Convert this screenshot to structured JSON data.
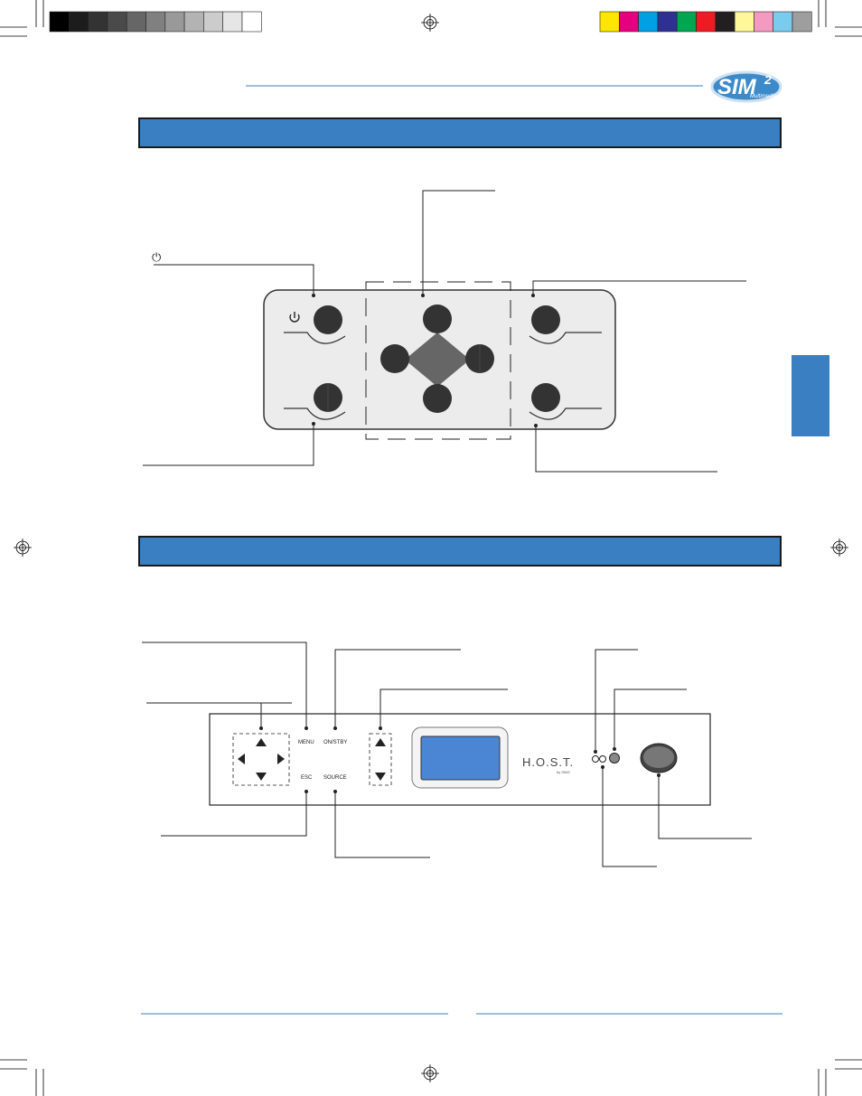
{
  "header": {
    "logo_text": "SIM",
    "logo_superscript": "2",
    "logo_subtext": "Multimedia"
  },
  "remote_panel": {
    "power_symbol": "⏻"
  },
  "front_panel": {
    "menu_label": "MENU",
    "onstby_label": "ON/STBY",
    "esc_label": "ESC",
    "source_label": "SOURCE",
    "brand_text": "H.O.S.T.",
    "brand_sub": "by SIM2"
  },
  "colors": {
    "section_bar": "#3a7fc1",
    "section_bar_border": "#1a1a1a",
    "display_blue": "#4a86d3",
    "button_dark": "#333333",
    "panel_bg": "#ececec",
    "rule_blue": "#3a7fc1"
  },
  "color_strip_left": [
    "#000000",
    "#1c1c1c",
    "#333333",
    "#4a4a4a",
    "#666666",
    "#808080",
    "#999999",
    "#b3b3b3",
    "#cccccc",
    "#e6e6e6",
    "#ffffff"
  ],
  "color_strip_right": [
    "#ffe600",
    "#e6007e",
    "#00a0e3",
    "#2e3192",
    "#00a650",
    "#ed1c24",
    "#231f20",
    "#fff799",
    "#f49ac1",
    "#7accef",
    "#9e9e9e"
  ]
}
